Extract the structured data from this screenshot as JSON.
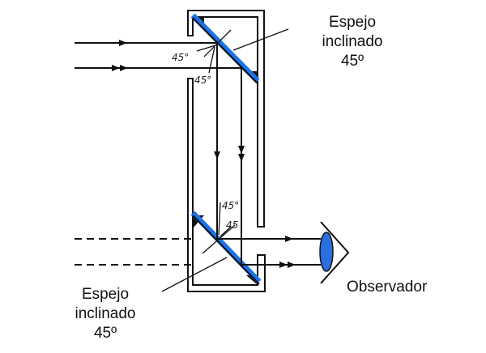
{
  "labels": {
    "top_mirror": [
      "Espejo",
      "inclinado",
      "45º"
    ],
    "bottom_mirror": [
      "Espejo",
      "inclinado",
      "45º"
    ],
    "observer": "Observador"
  },
  "angles": {
    "top_incident": "45°",
    "top_reflected": "45°",
    "bottom_incident": "45°",
    "bottom_reflected": "45"
  },
  "colors": {
    "mirror": "#1a73e8",
    "lens": "#2a6fe0",
    "line": "#111111"
  }
}
